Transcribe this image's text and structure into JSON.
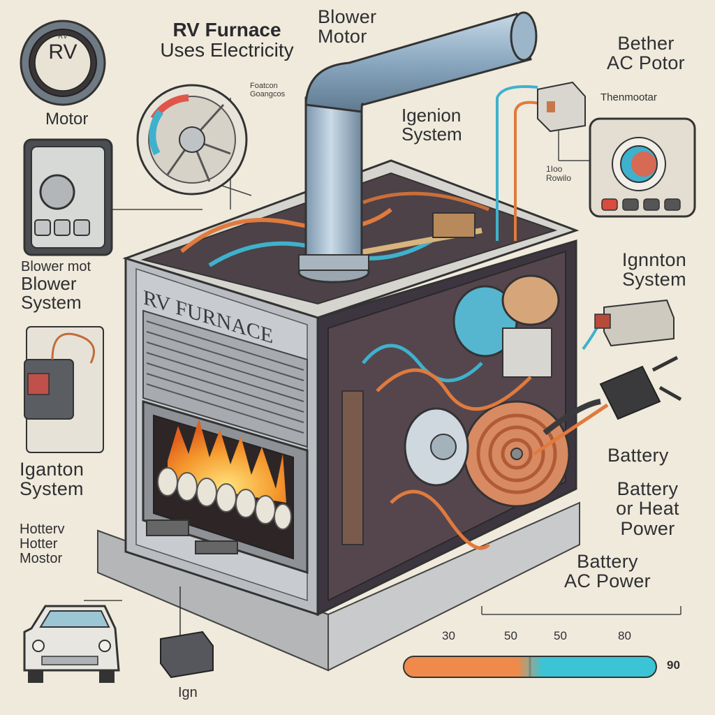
{
  "badge": {
    "line1": "RV",
    "line2": "RV",
    "line3": ""
  },
  "title": {
    "line1": "RV Furnace",
    "line2": "Uses Electricity"
  },
  "labels": {
    "blower_motor_top": [
      "Blower",
      "Motor"
    ],
    "bether_ac_motor": [
      "Bether",
      "AC Potor"
    ],
    "motor_left": "Motor",
    "fan_tiny": [
      "Foatcon",
      "Goangcos"
    ],
    "ignition_top": [
      "Igenion",
      "System"
    ],
    "thermostat": "Thenmootar",
    "thermo_small": [
      "1Ioo",
      "Rowilo"
    ],
    "blower_system": [
      "Blower mot",
      "Blower",
      "System"
    ],
    "ignition_right": [
      "Ignnton",
      "System"
    ],
    "iganton": [
      "Iganton",
      "System"
    ],
    "hottery": [
      "Hotterv",
      "Hotter",
      "Mostor"
    ],
    "battery_1": "Battery",
    "battery_heat": [
      "Battery",
      "or Heat",
      "Power"
    ],
    "battery_ac": [
      "Battery",
      "AC Power"
    ],
    "ign_bottom": "Ign",
    "furnace_plate": "RV FURNACE"
  },
  "gauge": {
    "ticks": [
      "30",
      "50",
      "50",
      "80"
    ],
    "end_label": "90",
    "level": 0.5,
    "color_low": "#f08a4a",
    "color_high": "#3bc4d6"
  },
  "icons": [
    "rv-badge-icon",
    "fan-dial-icon",
    "thermostat-icon",
    "plug-icon",
    "car-icon",
    "burner-flame-icon",
    "coil-icon",
    "pipe-icon",
    "switch-box-icon"
  ]
}
